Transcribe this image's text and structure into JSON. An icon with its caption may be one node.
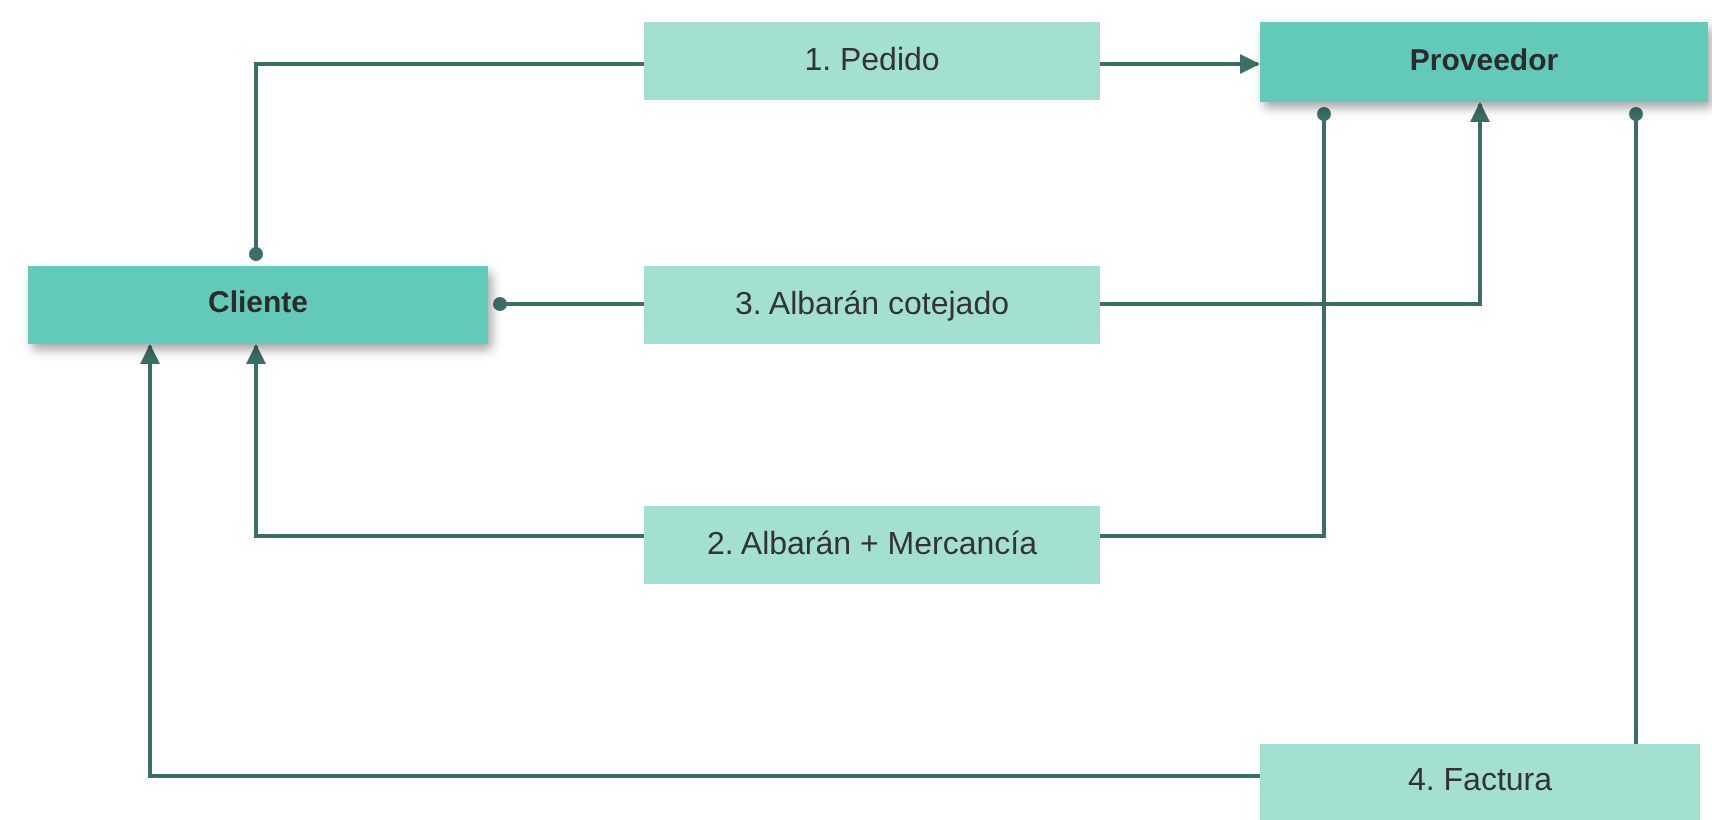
{
  "diagram": {
    "nodes": [
      {
        "text": [
          "Cliente"
        ]
      },
      {
        "text": [
          "Proveedor"
        ]
      }
    ],
    "edges": [
      {
        "from": 0,
        "to": 1,
        "arrow": "to",
        "label": "1. Pedido"
      },
      {
        "from": 1,
        "to": 0,
        "arrow": "to",
        "label": "2. Albarán + Mercancía"
      },
      {
        "from": 0,
        "to": 1,
        "arrow": "to",
        "label": "3. Albarán cotejado"
      },
      {
        "from": 1,
        "to": 0,
        "arrow": "to",
        "label": "4. Factura"
      }
    ]
  }
}
